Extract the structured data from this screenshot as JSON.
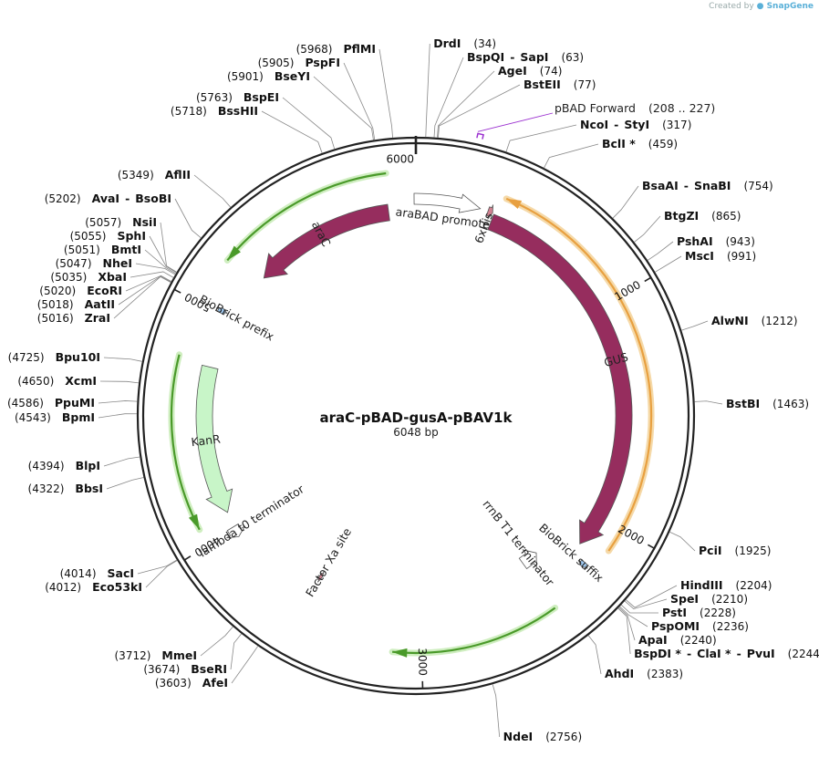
{
  "credit": {
    "prefix": "Created by",
    "brand": "SnapGene"
  },
  "plasmid": {
    "name": "araC-pBAD-gusA-pBAV1k",
    "length_label": "6048 bp",
    "length": 6048
  },
  "ticks": [
    {
      "bp": 0,
      "label": "6000"
    },
    {
      "bp": 1000,
      "label": "1000"
    },
    {
      "bp": 2000,
      "label": "2000"
    },
    {
      "bp": 3000,
      "label": "3000"
    },
    {
      "bp": 4000,
      "label": "4000"
    },
    {
      "bp": 5000,
      "label": "5000"
    }
  ],
  "sites": [
    {
      "bp": 34,
      "text": [
        {
          "name": "DrdI",
          "pos": "(34)"
        }
      ]
    },
    {
      "bp": 63,
      "text": [
        {
          "name": "BspQI"
        },
        {
          "name": "SapI",
          "pos": "(63)"
        }
      ]
    },
    {
      "bp": 74,
      "text": [
        {
          "name": "AgeI",
          "pos": "(74)"
        }
      ]
    },
    {
      "bp": 77,
      "text": [
        {
          "name": "BstEII",
          "pos": "(77)"
        }
      ]
    },
    {
      "bp": 317,
      "text": [
        {
          "name": "NcoI"
        },
        {
          "name": "StyI",
          "pos": "(317)"
        }
      ]
    },
    {
      "bp": 459,
      "text": [
        {
          "name": "BclI *",
          "pos": "(459)"
        }
      ]
    },
    {
      "bp": 754,
      "text": [
        {
          "name": "BsaAI"
        },
        {
          "name": "SnaBI",
          "pos": "(754)"
        }
      ]
    },
    {
      "bp": 865,
      "text": [
        {
          "name": "BtgZI",
          "pos": "(865)"
        }
      ]
    },
    {
      "bp": 943,
      "text": [
        {
          "name": "PshAI",
          "pos": "(943)"
        }
      ]
    },
    {
      "bp": 991,
      "text": [
        {
          "name": "MscI",
          "pos": "(991)"
        }
      ]
    },
    {
      "bp": 1212,
      "text": [
        {
          "name": "AlwNI",
          "pos": "(1212)"
        }
      ]
    },
    {
      "bp": 1463,
      "text": [
        {
          "name": "BstBI",
          "pos": "(1463)"
        }
      ]
    },
    {
      "bp": 1925,
      "text": [
        {
          "name": "PciI",
          "pos": "(1925)"
        }
      ]
    },
    {
      "bp": 2204,
      "text": [
        {
          "name": "HindIII",
          "pos": "(2204)"
        }
      ]
    },
    {
      "bp": 2210,
      "text": [
        {
          "name": "SpeI",
          "pos": "(2210)"
        }
      ]
    },
    {
      "bp": 2228,
      "text": [
        {
          "name": "PstI",
          "pos": "(2228)"
        }
      ]
    },
    {
      "bp": 2236,
      "text": [
        {
          "name": "PspOMI",
          "pos": "(2236)"
        }
      ]
    },
    {
      "bp": 2240,
      "text": [
        {
          "name": "ApaI",
          "pos": "(2240)"
        }
      ]
    },
    {
      "bp": 2244,
      "text": [
        {
          "name": "BspDI *"
        },
        {
          "name": "ClaI *"
        },
        {
          "name": "PvuI",
          "pos": "(2244)"
        }
      ]
    },
    {
      "bp": 2383,
      "text": [
        {
          "name": "AhdI",
          "pos": "(2383)"
        }
      ]
    },
    {
      "bp": 2756,
      "text": [
        {
          "name": "NdeI",
          "pos": "(2756)"
        }
      ]
    },
    {
      "bp": 3603,
      "text": [
        {
          "pos": "(3603)",
          "name": "AfeI"
        }
      ]
    },
    {
      "bp": 3674,
      "text": [
        {
          "pos": "(3674)",
          "name": "BseRI"
        }
      ]
    },
    {
      "bp": 3712,
      "text": [
        {
          "pos": "(3712)",
          "name": "MmeI"
        }
      ]
    },
    {
      "bp": 4012,
      "text": [
        {
          "pos": "(4012)",
          "name": "Eco53kI"
        }
      ]
    },
    {
      "bp": 4014,
      "text": [
        {
          "pos": "(4014)",
          "name": "SacI"
        }
      ]
    },
    {
      "bp": 4322,
      "text": [
        {
          "pos": "(4322)",
          "name": "BbsI"
        }
      ]
    },
    {
      "bp": 4394,
      "text": [
        {
          "pos": "(4394)",
          "name": "BlpI"
        }
      ]
    },
    {
      "bp": 4543,
      "text": [
        {
          "pos": "(4543)",
          "name": "BpmI"
        }
      ]
    },
    {
      "bp": 4586,
      "text": [
        {
          "pos": "(4586)",
          "name": "PpuMI"
        }
      ]
    },
    {
      "bp": 4650,
      "text": [
        {
          "pos": "(4650)",
          "name": "XcmI"
        }
      ]
    },
    {
      "bp": 4725,
      "text": [
        {
          "pos": "(4725)",
          "name": "Bpu10I"
        }
      ]
    },
    {
      "bp": 5016,
      "text": [
        {
          "pos": "(5016)",
          "name": "ZraI"
        }
      ]
    },
    {
      "bp": 5018,
      "text": [
        {
          "pos": "(5018)",
          "name": "AatII"
        }
      ]
    },
    {
      "bp": 5020,
      "text": [
        {
          "pos": "(5020)",
          "name": "EcoRI"
        }
      ]
    },
    {
      "bp": 5035,
      "text": [
        {
          "pos": "(5035)",
          "name": "XbaI"
        }
      ]
    },
    {
      "bp": 5047,
      "text": [
        {
          "pos": "(5047)",
          "name": "NheI"
        }
      ]
    },
    {
      "bp": 5051,
      "text": [
        {
          "pos": "(5051)",
          "name": "BmtI"
        }
      ]
    },
    {
      "bp": 5055,
      "text": [
        {
          "pos": "(5055)",
          "name": "SphI"
        }
      ]
    },
    {
      "bp": 5057,
      "text": [
        {
          "pos": "(5057)",
          "name": "NsiI"
        }
      ]
    },
    {
      "bp": 5202,
      "text": [
        {
          "pos": "(5202)",
          "name": "AvaI"
        },
        {
          "name": "BsoBI"
        }
      ]
    },
    {
      "bp": 5349,
      "text": [
        {
          "pos": "(5349)",
          "name": "AflII"
        }
      ]
    },
    {
      "bp": 5718,
      "text": [
        {
          "pos": "(5718)",
          "name": "BssHII"
        }
      ]
    },
    {
      "bp": 5763,
      "text": [
        {
          "pos": "(5763)",
          "name": "BspEI"
        }
      ]
    },
    {
      "bp": 5901,
      "text": [
        {
          "pos": "(5901)",
          "name": "BseYI"
        }
      ]
    },
    {
      "bp": 5905,
      "text": [
        {
          "pos": "(5905)",
          "name": "PspFI"
        }
      ]
    },
    {
      "bp": 5968,
      "text": [
        {
          "pos": "(5968)",
          "name": "PflMI"
        }
      ]
    }
  ],
  "primer": {
    "name": "pBAD Forward",
    "range": "(208 .. 227)",
    "start": 208,
    "end": 227,
    "color": "#9b30d0"
  },
  "features": [
    {
      "name": "araC",
      "start": 5245,
      "end": 5920,
      "strand": "-",
      "color": "#962d5e",
      "label_color": "#ffffff"
    },
    {
      "name": "araBAD promoter",
      "start": 6040,
      "end": 290,
      "strand": "+",
      "color": "#ffffff",
      "label_color": "#222222"
    },
    {
      "name": "6xHis",
      "start": 326,
      "end": 348,
      "strand": "+",
      "color": "#d08090",
      "label_color": "#222222"
    },
    {
      "name": "GUS",
      "start": 355,
      "end": 2150,
      "strand": "+",
      "color": "#962d5e",
      "label_color": "#ffffff"
    },
    {
      "name": "BioBrick suffix",
      "start": 2200,
      "end": 2222,
      "strand": "+",
      "color": "#9ec8f0",
      "label_color": "#222222"
    },
    {
      "name": "rrnB T1 terminator",
      "start": 2330,
      "end": 2420,
      "strand": "-",
      "color": "#ffffff",
      "label_color": "#222222"
    },
    {
      "name": "Factor Xa site",
      "start": 3530,
      "end": 3545,
      "strand": "-",
      "color": "#d08090",
      "label_color": "#222222"
    },
    {
      "name": "lambda t0 terminator",
      "start": 3960,
      "end": 4010,
      "strand": "-",
      "color": "#ffffff",
      "label_color": "#222222"
    },
    {
      "name": "KanR",
      "start": 4080,
      "end": 4760,
      "strand": "-",
      "color": "#c8f5c8",
      "label_color": "#222222"
    },
    {
      "name": "BioBrick prefix",
      "start": 5003,
      "end": 5026,
      "strand": "+",
      "color": "#9ec8f0",
      "label_color": "#222222"
    }
  ],
  "orfs": [
    {
      "start": 5200,
      "end": 5930,
      "strand": "-",
      "color": "#4a9a2a"
    },
    {
      "start": 4070,
      "end": 4780,
      "strand": "-",
      "color": "#4a9a2a"
    },
    {
      "start": 2420,
      "end": 3120,
      "strand": "+",
      "color": "#4a9a2a"
    },
    {
      "start": 480,
      "end": 900,
      "strand": "-",
      "color": "#4a9a2a"
    },
    {
      "start": 380,
      "end": 2100,
      "strand": "-",
      "color": "#e8a040"
    }
  ]
}
